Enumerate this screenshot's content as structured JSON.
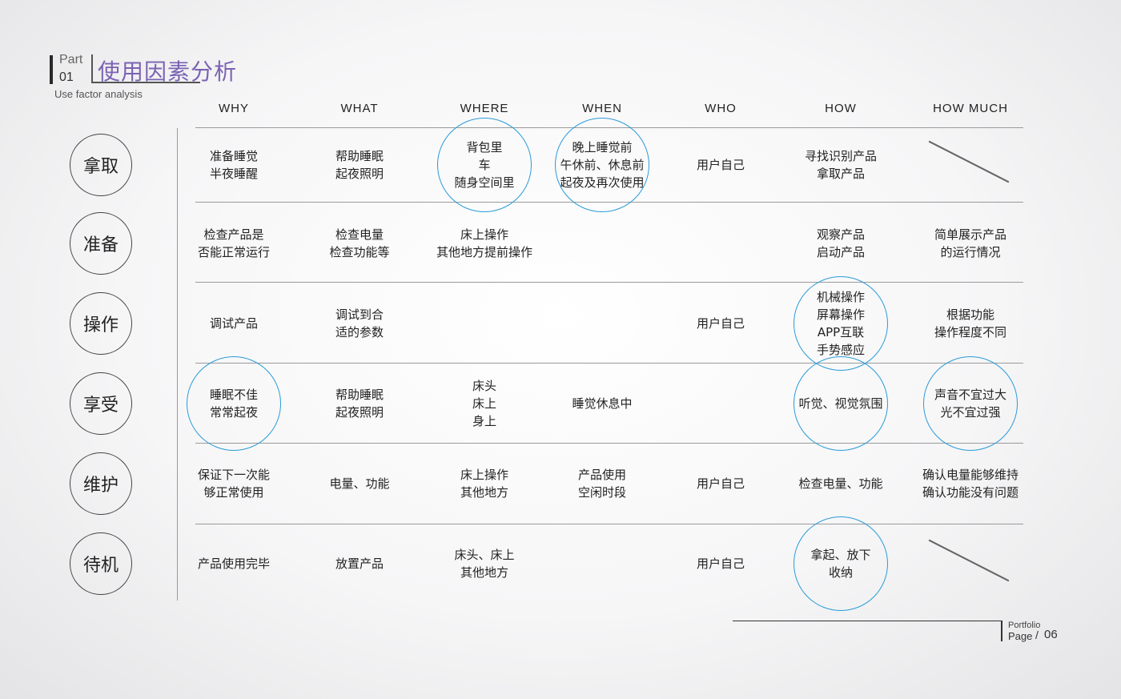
{
  "header": {
    "part_word": "Part",
    "part_num": "01",
    "title": "使用因素分析",
    "subtitle": "Use factor analysis"
  },
  "columns": [
    "WHY",
    "WHAT",
    "WHERE",
    "WHEN",
    "WHO",
    "HOW",
    "HOW MUCH"
  ],
  "rows": [
    {
      "label": "拿取",
      "cells": [
        [
          "准备睡觉",
          "半夜睡醒"
        ],
        [
          "帮助睡眠",
          "起夜照明"
        ],
        [
          "背包里",
          "车",
          "随身空间里"
        ],
        [
          "晚上睡觉前",
          "午休前、休息前",
          "起夜及再次使用"
        ],
        [
          "用户自己"
        ],
        [
          "寻找识别产品",
          "拿取产品"
        ],
        []
      ]
    },
    {
      "label": "准备",
      "cells": [
        [
          "检查产品是",
          "否能正常运行"
        ],
        [
          "检查电量",
          "检查功能等"
        ],
        [
          "床上操作",
          "其他地方提前操作"
        ],
        [],
        [],
        [
          "观察产品",
          "启动产品"
        ],
        [
          "简单展示产品",
          "的运行情况"
        ]
      ]
    },
    {
      "label": "操作",
      "cells": [
        [
          "调试产品"
        ],
        [
          "调试到合",
          "适的参数"
        ],
        [],
        [],
        [
          "用户自己"
        ],
        [
          "机械操作",
          "屏幕操作",
          "APP互联",
          "手势感应"
        ],
        [
          "根据功能",
          "操作程度不同"
        ]
      ]
    },
    {
      "label": "享受",
      "cells": [
        [
          "睡眠不佳",
          "常常起夜"
        ],
        [
          "帮助睡眠",
          "起夜照明"
        ],
        [
          "床头",
          "床上",
          "身上"
        ],
        [
          "睡觉休息中"
        ],
        [],
        [
          "听觉、视觉氛围"
        ],
        [
          "声音不宜过大",
          "光不宜过强"
        ]
      ]
    },
    {
      "label": "维护",
      "cells": [
        [
          "保证下一次能",
          "够正常使用"
        ],
        [
          "电量、功能"
        ],
        [
          "床上操作",
          "其他地方"
        ],
        [
          "产品使用",
          "空闲时段"
        ],
        [
          "用户自己"
        ],
        [
          "检查电量、功能"
        ],
        [
          "确认电量能够维持",
          "确认功能没有问题"
        ]
      ]
    },
    {
      "label": "待机",
      "cells": [
        [
          "产品使用完毕"
        ],
        [
          "放置产品"
        ],
        [
          "床头、床上",
          "其他地方"
        ],
        [],
        [
          "用户自己"
        ],
        [
          "拿起、放下",
          "收纳"
        ],
        []
      ]
    }
  ],
  "highlight_color": "#2a9bd8",
  "title_color": "#7b63b3",
  "footer": {
    "portfolio": "Portfolio",
    "page_word": "Page",
    "separator": "/",
    "page_num": "06"
  }
}
